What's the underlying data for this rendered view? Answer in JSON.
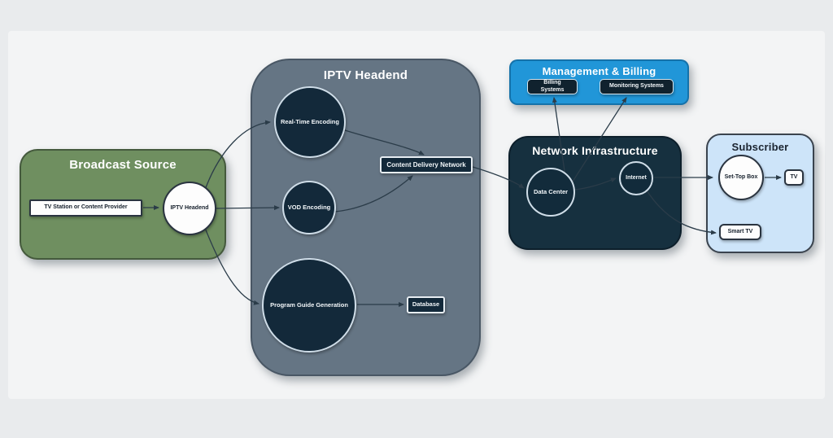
{
  "diagram": {
    "groups": {
      "broadcast_source": {
        "title": "Broadcast Source"
      },
      "iptv_headend": {
        "title": "IPTV Headend"
      },
      "management_billing": {
        "title": "Management & Billing"
      },
      "network_infrastructure": {
        "title": "Network Infrastructure"
      },
      "subscriber": {
        "title": "Subscriber"
      }
    },
    "nodes": {
      "tv_station": {
        "label": "TV Station or Content Provider",
        "shape": "rect",
        "group": "broadcast_source"
      },
      "iptv_headend_node": {
        "label": "IPTV Headend",
        "shape": "circle",
        "group": "broadcast_source"
      },
      "real_time_encoding": {
        "label": "Real-Time Encoding",
        "shape": "circle",
        "group": "iptv_headend"
      },
      "vod_encoding": {
        "label": "VOD Encoding",
        "shape": "circle",
        "group": "iptv_headend"
      },
      "program_guide_generation": {
        "label": "Program Guide Generation",
        "shape": "circle",
        "group": "iptv_headend"
      },
      "content_delivery_network": {
        "label": "Content Delivery Network",
        "shape": "rect",
        "group": "iptv_headend"
      },
      "database": {
        "label": "Database",
        "shape": "rect",
        "group": "iptv_headend"
      },
      "billing_systems": {
        "label": "Billing Systems",
        "shape": "rect",
        "group": "management_billing"
      },
      "monitoring_systems": {
        "label": "Monitoring Systems",
        "shape": "rect",
        "group": "management_billing"
      },
      "data_center": {
        "label": "Data Center",
        "shape": "circle",
        "group": "network_infrastructure"
      },
      "internet": {
        "label": "Internet",
        "shape": "circle",
        "group": "network_infrastructure"
      },
      "set_top_box": {
        "label": "Set-Top Box",
        "shape": "circle",
        "group": "subscriber"
      },
      "tv": {
        "label": "TV",
        "shape": "rect",
        "group": "subscriber"
      },
      "smart_tv": {
        "label": "Smart TV",
        "shape": "rect",
        "group": "subscriber"
      }
    },
    "edges": [
      {
        "from": "tv_station",
        "to": "iptv_headend_node"
      },
      {
        "from": "iptv_headend_node",
        "to": "real_time_encoding"
      },
      {
        "from": "iptv_headend_node",
        "to": "vod_encoding"
      },
      {
        "from": "iptv_headend_node",
        "to": "program_guide_generation"
      },
      {
        "from": "real_time_encoding",
        "to": "content_delivery_network"
      },
      {
        "from": "vod_encoding",
        "to": "content_delivery_network"
      },
      {
        "from": "program_guide_generation",
        "to": "database"
      },
      {
        "from": "content_delivery_network",
        "to": "data_center"
      },
      {
        "from": "data_center",
        "to": "billing_systems"
      },
      {
        "from": "data_center",
        "to": "monitoring_systems"
      },
      {
        "from": "data_center",
        "to": "internet"
      },
      {
        "from": "internet",
        "to": "set_top_box"
      },
      {
        "from": "internet",
        "to": "smart_tv"
      },
      {
        "from": "set_top_box",
        "to": "tv"
      }
    ],
    "colors": {
      "broadcast_source_fill": "#6f8f60",
      "iptv_headend_fill": "#657584",
      "management_billing_fill": "#2196d8",
      "network_infrastructure_fill": "#16303f",
      "subscriber_fill": "#cde4f9",
      "dark_node_fill": "#13293a",
      "light_node_fill": "#fdfdfd",
      "connector": "#2b3c49",
      "canvas_bg": "#f3f4f5"
    }
  }
}
